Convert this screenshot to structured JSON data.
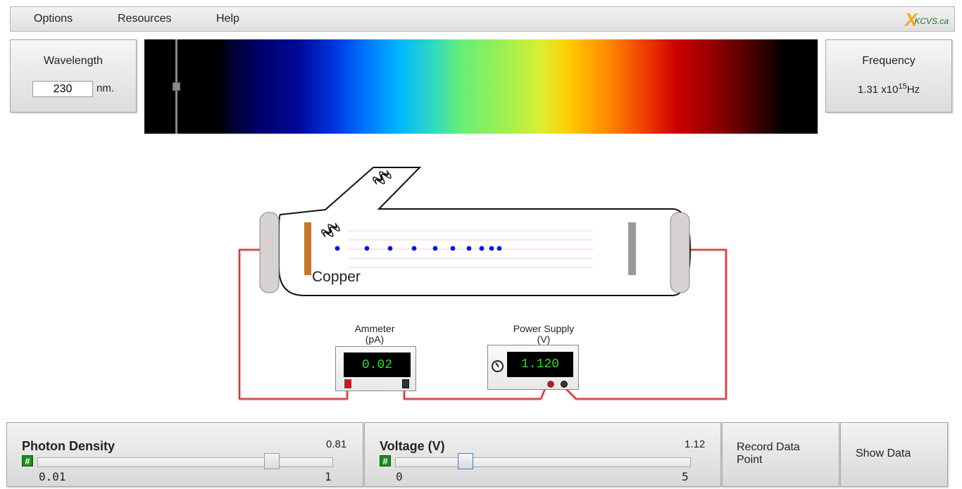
{
  "menu": {
    "items": [
      "Options",
      "Resources",
      "Help"
    ],
    "logo_x": "X",
    "logo_text": "KCVS.ca"
  },
  "wavelength": {
    "title": "Wavelength",
    "value": "230",
    "unit": "nm."
  },
  "frequency": {
    "title": "Frequency",
    "mantissa": "1.31 x10",
    "exponent": "15",
    "unit": "Hz"
  },
  "spectrum": {
    "min_wavelength_fraction": 0.047
  },
  "apparatus": {
    "metal_label": "Copper",
    "ammeter": {
      "label_line1": "Ammeter",
      "label_line2": "(pA)",
      "reading": "0.02"
    },
    "power_supply": {
      "label_line1": "Power Supply",
      "label_line2": "(V)",
      "reading": "1.120"
    },
    "electron_count": 10
  },
  "controls": {
    "photon_density": {
      "title": "Photon Density",
      "value": "0.81",
      "min": "0.01",
      "max": "1",
      "fraction": 0.81
    },
    "voltage": {
      "title": "Voltage (V)",
      "value": "1.12",
      "min": "0",
      "max": "5",
      "fraction": 0.224
    },
    "record_button": {
      "line1": "Record Data",
      "line2": "Point"
    },
    "show_button": {
      "label": "Show Data"
    },
    "hash_icon_glyph": "#"
  },
  "colors": {
    "wire": "#b02020",
    "electron": "#0a14e0",
    "metal_plate": "#c07a30",
    "collector": "#999999",
    "display_text": "#33dd33"
  }
}
